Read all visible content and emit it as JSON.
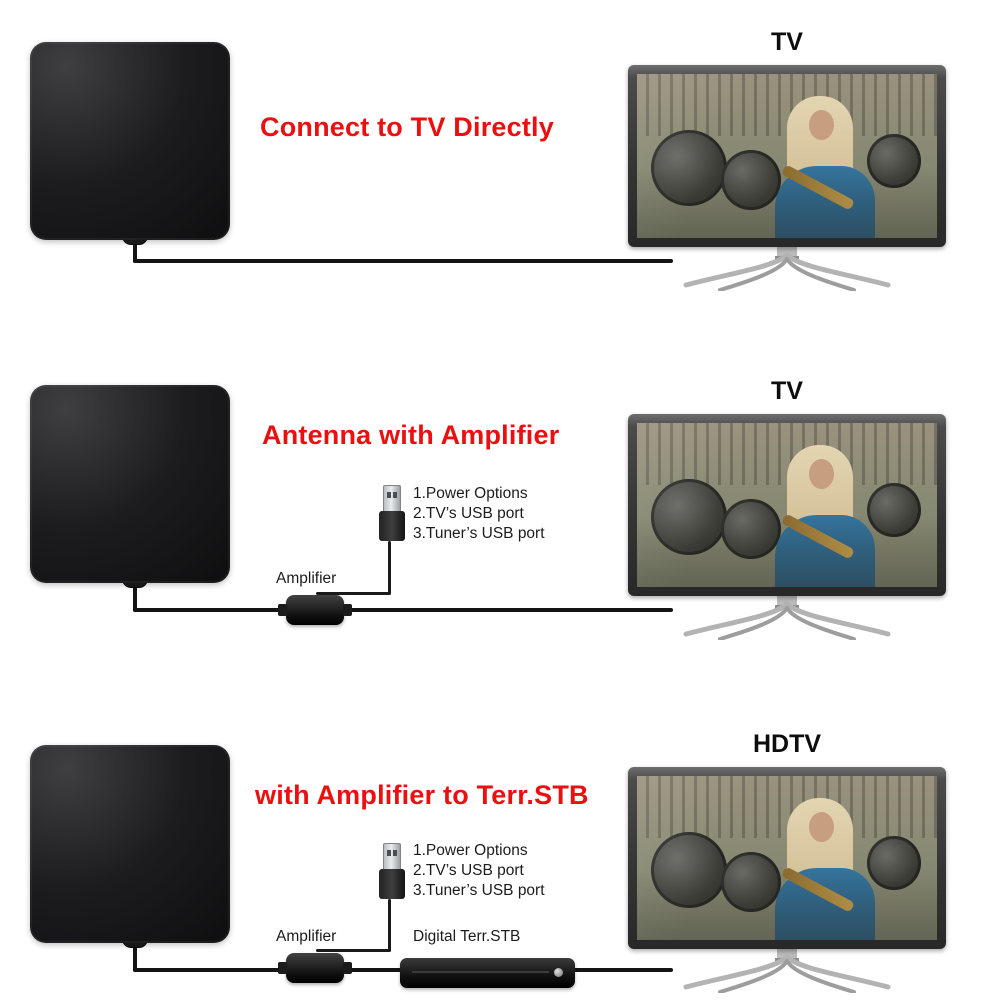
{
  "colors": {
    "accent": "#ea1010",
    "text": "#1c1c1c"
  },
  "icons": {
    "antenna": "flat-indoor-antenna",
    "usb_plug": "usb-plug",
    "amplifier": "inline-amplifier",
    "stb": "set-top-box",
    "tv": "tv-monitor"
  },
  "sections": [
    {
      "title": "Connect to TV Directly",
      "tv_label": "TV"
    },
    {
      "title": "Antenna with Amplifier",
      "tv_label": "TV",
      "usb_options": [
        "1.Power Options",
        "2.TV’s USB port",
        "3.Tuner’s USB port"
      ],
      "amplifier_label": "Amplifier"
    },
    {
      "title": "with Amplifier to Terr.STB",
      "tv_label": "HDTV",
      "usb_options": [
        "1.Power Options",
        "2.TV’s USB port",
        "3.Tuner’s USB port"
      ],
      "amplifier_label": "Amplifier",
      "stb_label": "Digital Terr.STB"
    }
  ]
}
